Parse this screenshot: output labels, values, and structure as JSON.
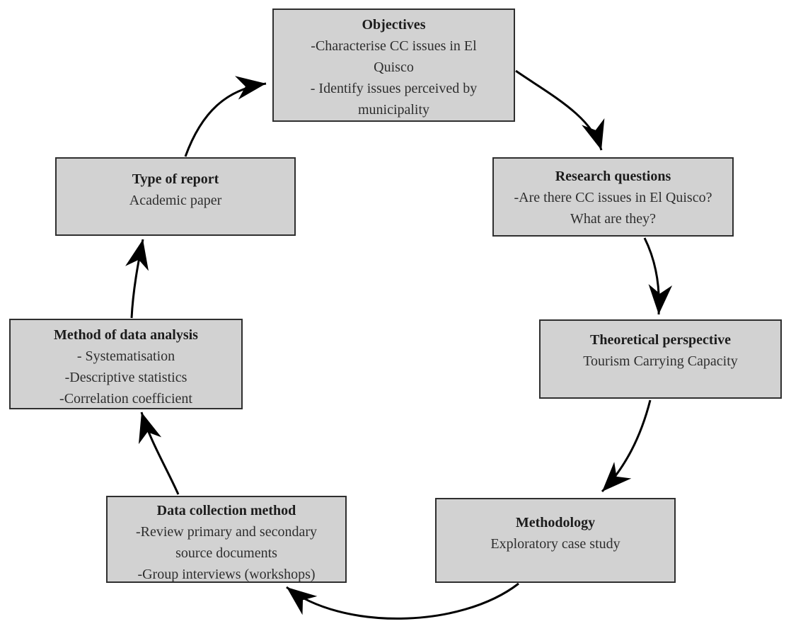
{
  "diagram": {
    "type": "circular-flow",
    "colors": {
      "box_fill": "#d2d2d2",
      "box_border": "#2f2f2f",
      "arrow": "#000000",
      "text": "#2e2e2e"
    },
    "nodes": [
      {
        "id": "objectives",
        "title": "Objectives",
        "lines": [
          "-Characterise CC issues in El",
          "Quisco",
          "- Identify issues perceived by",
          "municipality"
        ]
      },
      {
        "id": "research-questions",
        "title": "Research questions",
        "lines": [
          "-Are there CC issues in El Quisco?",
          "What are they?"
        ]
      },
      {
        "id": "theoretical-perspective",
        "title": "Theoretical perspective",
        "lines": [
          "Tourism Carrying Capacity"
        ]
      },
      {
        "id": "methodology",
        "title": "Methodology",
        "lines": [
          "Exploratory case study"
        ]
      },
      {
        "id": "data-collection-method",
        "title": "Data collection method",
        "lines": [
          "-Review primary and secondary",
          "source documents",
          "-Group interviews (workshops)"
        ]
      },
      {
        "id": "method-of-data-analysis",
        "title": "Method of data analysis",
        "lines": [
          "- Systematisation",
          "-Descriptive statistics",
          "-Correlation coefficient"
        ]
      },
      {
        "id": "type-of-report",
        "title": "Type of report",
        "lines": [
          "Academic paper"
        ]
      }
    ],
    "connections": [
      {
        "from": "objectives",
        "to": "research-questions"
      },
      {
        "from": "research-questions",
        "to": "theoretical-perspective"
      },
      {
        "from": "theoretical-perspective",
        "to": "methodology"
      },
      {
        "from": "methodology",
        "to": "data-collection-method"
      },
      {
        "from": "data-collection-method",
        "to": "method-of-data-analysis"
      },
      {
        "from": "method-of-data-analysis",
        "to": "type-of-report"
      },
      {
        "from": "type-of-report",
        "to": "objectives"
      }
    ]
  }
}
